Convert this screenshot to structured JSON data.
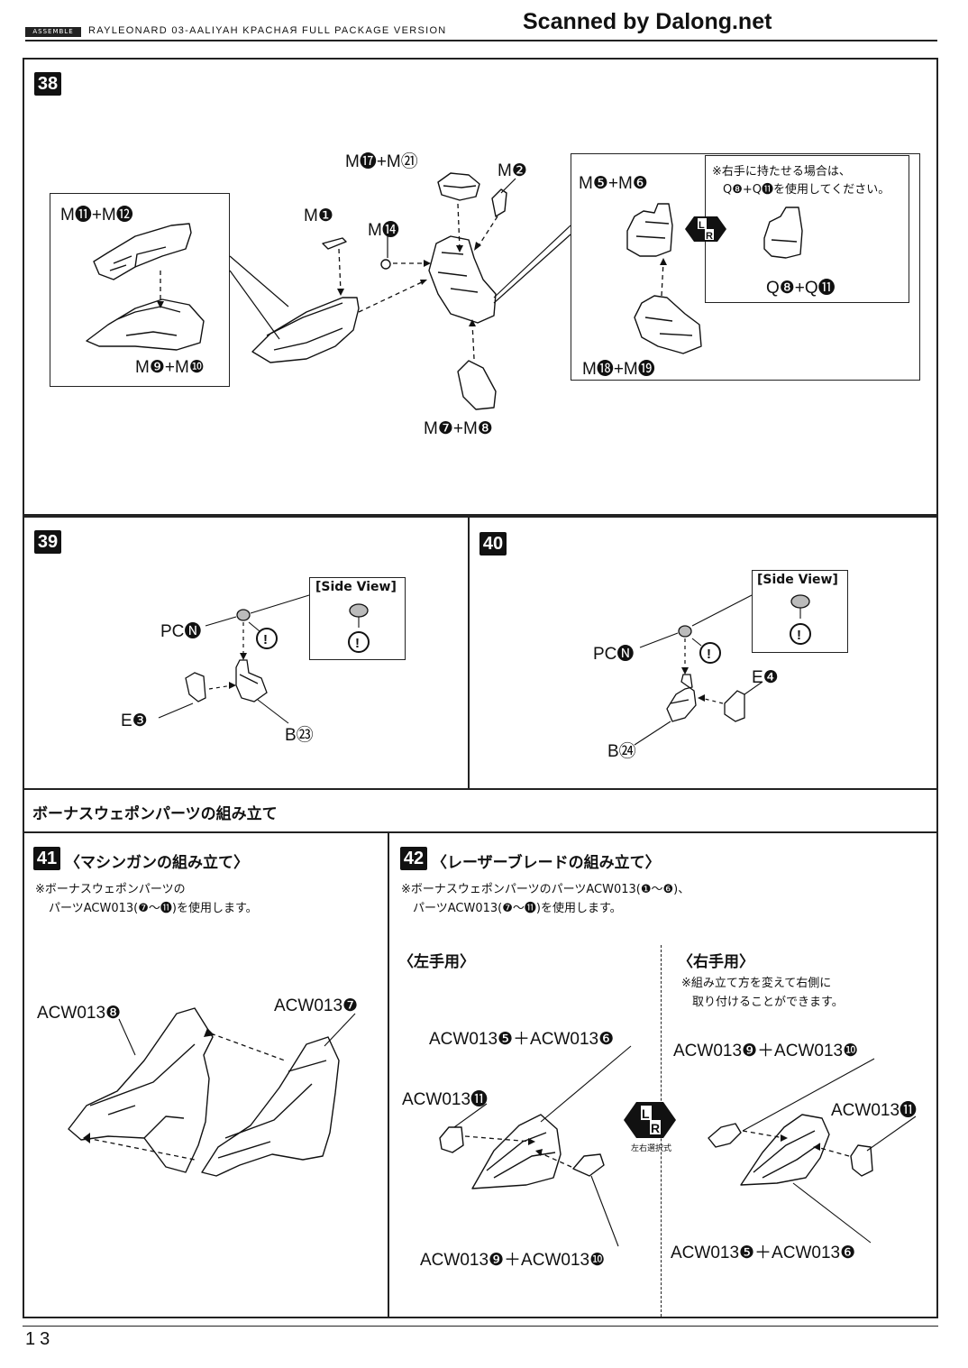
{
  "header": {
    "tag": "ASSEMBLE",
    "title": "RAYLEONARD 03-AALIYAH KPACHAЯ FULL PACKAGE VERSION",
    "scan_credit": "Scanned by Dalong.net"
  },
  "steps": {
    "s38": {
      "num": "38",
      "labels": {
        "m17_m21": "M⓱+M㉑",
        "m2": "M❷",
        "m1": "M❶",
        "m14": "M⓮",
        "m11_m12": "M⓫+M⓬",
        "m9_m10": "M❾+M❿",
        "m7_m8": "M❼+M❽",
        "m5_m6": "M❺+M❻",
        "m18_m19": "M⓲+M⓳",
        "q8_q11": "Q❽+Q⓫",
        "note_line1": "※右手に持たせる場合は、",
        "note_line2": "Q❽+Q⓫を使用してください。"
      }
    },
    "s39": {
      "num": "39",
      "side_view": "[Side View]",
      "pc": "PC🅝",
      "e": "E❸",
      "b": "B㉓"
    },
    "s40": {
      "num": "40",
      "side_view": "[Side View]",
      "pc": "PC🅝",
      "e": "E❹",
      "b": "B㉔"
    },
    "bonus_heading": "ボーナスウェポンパーツの組み立て",
    "s41": {
      "num": "41",
      "title": "〈マシンガンの組み立て〉",
      "note_line1": "※ボーナスウェポンパーツの",
      "note_line2": "パーツACW013(❼〜⓫)を使用します。",
      "label_a": "ACW013❽",
      "label_b": "ACW013❼"
    },
    "s42": {
      "num": "42",
      "title": "〈レーザーブレードの組み立て〉",
      "note_line1": "※ボーナスウェポンパーツのパーツACW013(❶〜❻)、",
      "note_line2": "パーツACW013(❼〜⓫)を使用します。",
      "left_title": "〈左手用〉",
      "right_title": "〈右手用〉",
      "right_note1": "※組み立て方を変えて右側に",
      "right_note2": "取り付けることができます。",
      "l_top": "ACW013❺＋ACW013❻",
      "l_mid": "ACW013⓫",
      "l_bot": "ACW013❾＋ACW013❿",
      "lr_caption": "左右選択式",
      "r_top": "ACW013❾＋ACW013❿",
      "r_mid": "ACW013⓫",
      "r_bot": "ACW013❺＋ACW013❻"
    }
  },
  "footer": {
    "page_number": "13"
  }
}
